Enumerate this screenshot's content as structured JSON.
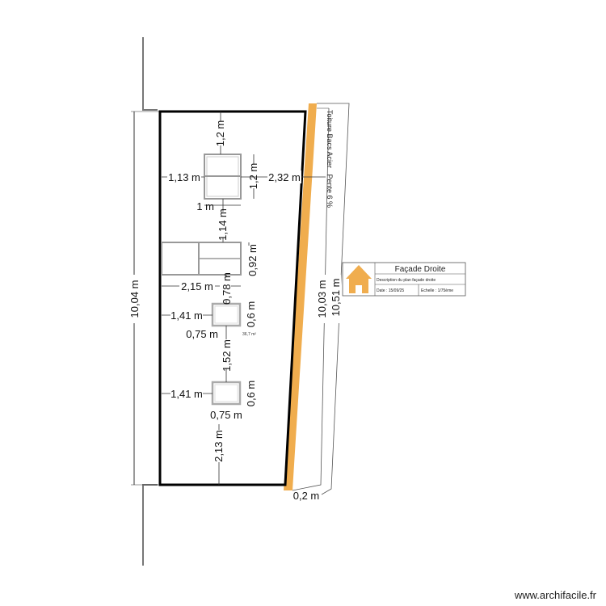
{
  "plan": {
    "total_height": "10,04 m",
    "roof_slope_length": "10,03 m",
    "roof_outer_length": "10,51 m",
    "roof_thickness": "0,2 m",
    "roof_label": "Toiture Bacs Acier   Pente 6 %",
    "area": "36,7 m²",
    "window1": {
      "top": "1,2 m",
      "left": "1,13 m",
      "height": "1,2 m",
      "right": "2,32 m",
      "width": "1 m"
    },
    "window2": {
      "top": "1,14 m",
      "height": "0,92 m",
      "width": "2,15 m"
    },
    "window3": {
      "top": "0,78 m",
      "left": "1,41 m",
      "height": "0,6 m",
      "width": "0,75 m"
    },
    "window4": {
      "top": "1,52 m",
      "left": "1,41 m",
      "height": "0,6 m",
      "width": "0,75 m",
      "bottom": "2,13 m"
    },
    "colors": {
      "roof": "#f0ad4e",
      "wall": "#000000",
      "window": "#aaaaaa"
    }
  },
  "title_block": {
    "title": "Façade Droite",
    "description": "Description du plan façade droite",
    "date": "Date : 15/09/25",
    "scale": "Echelle : 1/75ème",
    "icon": "house-icon"
  },
  "watermark": "www.archifacile.fr"
}
